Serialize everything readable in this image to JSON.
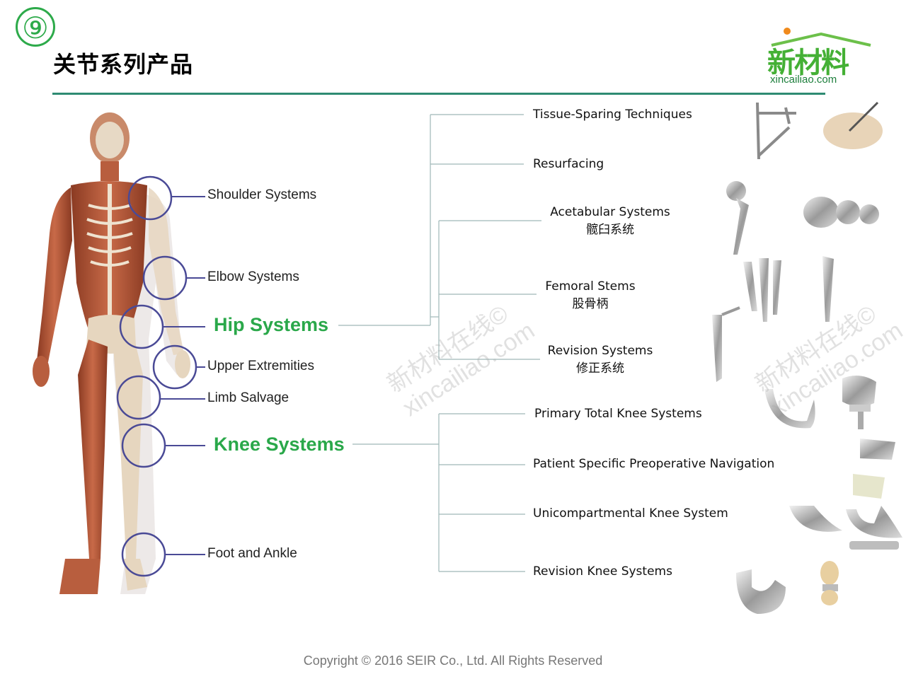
{
  "header": {
    "badge": "⑨",
    "title": "关节系列产品",
    "logo_cn": "新材料",
    "logo_en": "xincailiao.com"
  },
  "body_labels": {
    "shoulder": "Shoulder Systems",
    "elbow": "Elbow Systems",
    "hip": "Hip Systems",
    "upper": "Upper Extremities",
    "limb": "Limb Salvage",
    "knee": "Knee Systems",
    "foot": "Foot and Ankle"
  },
  "hip_branch": {
    "tissue": "Tissue-Sparing Techniques",
    "resurfacing": "Resurfacing",
    "acetabular_en": "Acetabular Systems",
    "acetabular_cn": "髋臼系统",
    "femoral_en": "Femoral Stems",
    "femoral_cn": "股骨柄",
    "revision_en": "Revision Systems",
    "revision_cn": "修正系统"
  },
  "knee_branch": {
    "primary": "Primary Total Knee Systems",
    "patient": "Patient Specific Preoperative Navigation",
    "uni": "Unicompartmental Knee System",
    "revision": "Revision Knee Systems"
  },
  "watermark": {
    "line1": "新材料在线©",
    "line2": "xincailiao.com"
  },
  "footer": {
    "copyright": "Copyright © 2016  SEIR Co., Ltd. All Rights Reserved"
  },
  "colors": {
    "accent_green": "#2aa84a",
    "rule": "#2e8b72",
    "circle": "#4a4a96",
    "connector": "#9fb8b8"
  }
}
